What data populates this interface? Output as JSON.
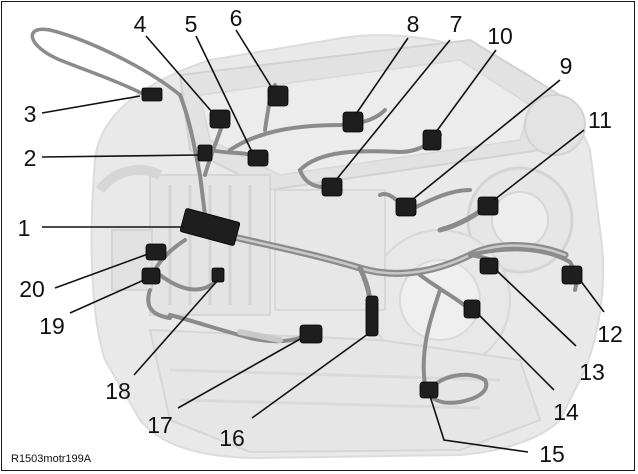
{
  "figure_id": "R1503motr199A",
  "callouts": [
    {
      "number": "1",
      "name": "component-1"
    },
    {
      "number": "2",
      "name": "component-2"
    },
    {
      "number": "3",
      "name": "component-3"
    },
    {
      "number": "4",
      "name": "component-4"
    },
    {
      "number": "5",
      "name": "component-5"
    },
    {
      "number": "6",
      "name": "component-6"
    },
    {
      "number": "7",
      "name": "component-7"
    },
    {
      "number": "8",
      "name": "component-8"
    },
    {
      "number": "9",
      "name": "component-9"
    },
    {
      "number": "10",
      "name": "component-10"
    },
    {
      "number": "11",
      "name": "component-11"
    },
    {
      "number": "12",
      "name": "component-12"
    },
    {
      "number": "13",
      "name": "component-13"
    },
    {
      "number": "14",
      "name": "component-14"
    },
    {
      "number": "15",
      "name": "component-15"
    },
    {
      "number": "16",
      "name": "component-16"
    },
    {
      "number": "17",
      "name": "component-17"
    },
    {
      "number": "18",
      "name": "component-18"
    },
    {
      "number": "19",
      "name": "component-19"
    },
    {
      "number": "20",
      "name": "component-20"
    }
  ]
}
